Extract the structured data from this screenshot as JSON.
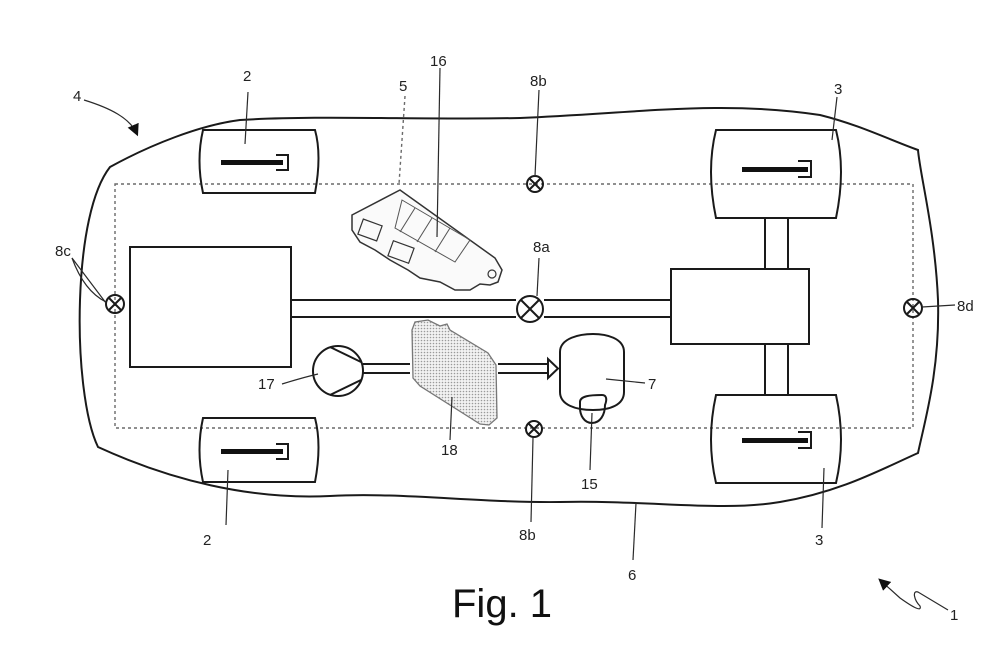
{
  "figure": {
    "caption": "Fig. 1",
    "labels": {
      "vehicle_system": "1",
      "front_wheel_top": "2",
      "front_wheel_bottom": "2",
      "rear_wheel_top": "3",
      "rear_wheel_bottom": "3",
      "vehicle": "4",
      "zone": "5",
      "body": "6",
      "tank": "7",
      "sensor_center": "8a",
      "sensor_top": "8b",
      "sensor_bottom": "8b",
      "sensor_left": "8c",
      "sensor_right": "8d",
      "valve": "15",
      "control_unit": "16",
      "pump": "17",
      "heat_exchanger": "18"
    }
  }
}
